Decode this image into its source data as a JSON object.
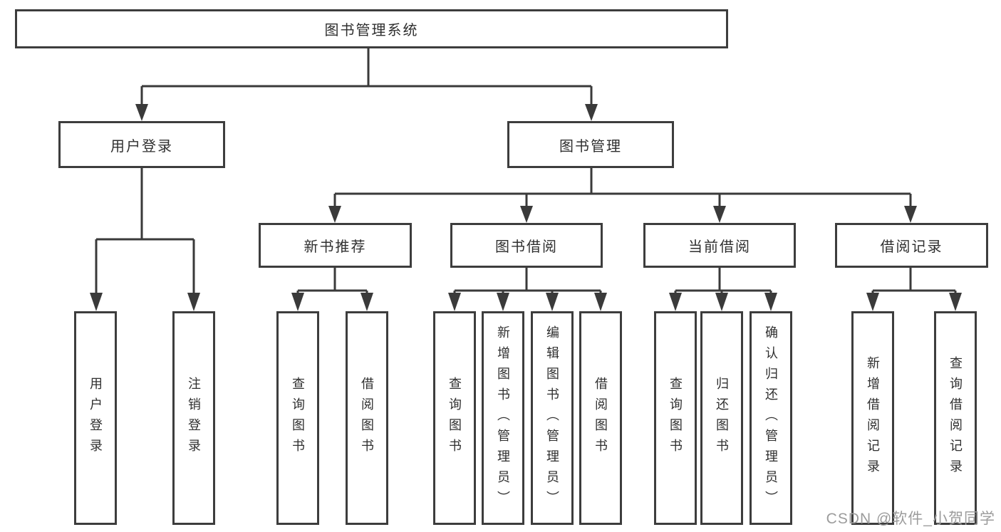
{
  "diagram": {
    "root": {
      "label": "图书管理系统"
    },
    "level2": [
      {
        "id": "user-login",
        "label": "用户登录"
      },
      {
        "id": "book-management",
        "label": "图书管理"
      }
    ],
    "level3": [
      {
        "id": "new-book-recommend",
        "parent": "图书管理",
        "label": "新书推荐"
      },
      {
        "id": "book-borrowing",
        "parent": "图书管理",
        "label": "图书借阅"
      },
      {
        "id": "current-borrowing",
        "parent": "图书管理",
        "label": "当前借阅"
      },
      {
        "id": "borrowing-records",
        "parent": "图书管理",
        "label": "借阅记录"
      }
    ],
    "leaves": [
      {
        "id": "leaf-user-login",
        "parent": "用户登录",
        "label": "用户登录"
      },
      {
        "id": "leaf-logout",
        "parent": "用户登录",
        "label": "注销登录"
      },
      {
        "id": "leaf-query-books-recommend",
        "parent": "新书推荐",
        "label": "查询图书"
      },
      {
        "id": "leaf-borrow-books-recommend",
        "parent": "新书推荐",
        "label": "借阅图书"
      },
      {
        "id": "leaf-query-books-borrowing",
        "parent": "图书借阅",
        "label": "查询图书"
      },
      {
        "id": "leaf-add-book-admin",
        "parent": "图书借阅",
        "label": "新增图书（管理员）"
      },
      {
        "id": "leaf-edit-book-admin",
        "parent": "图书借阅",
        "label": "编辑图书（管理员）"
      },
      {
        "id": "leaf-borrow-books-borrowing",
        "parent": "图书借阅",
        "label": "借阅图书"
      },
      {
        "id": "leaf-query-books-current",
        "parent": "当前借阅",
        "label": "查询图书"
      },
      {
        "id": "leaf-return-books",
        "parent": "当前借阅",
        "label": "归还图书"
      },
      {
        "id": "leaf-confirm-return-admin",
        "parent": "当前借阅",
        "label": "确认归还（管理员）"
      },
      {
        "id": "leaf-add-borrow-record",
        "parent": "借阅记录",
        "label": "新增借阅记录"
      },
      {
        "id": "leaf-query-borrow-record",
        "parent": "借阅记录",
        "label": "查询借阅记录"
      }
    ]
  },
  "watermark": {
    "text": "CSDN @软件_小贺同学"
  },
  "colors": {
    "line": "#3a3a3a",
    "box_border": "#3d3d3d",
    "text": "#2f2f2f",
    "background": "#ffffff",
    "watermark": "#9c9c9c"
  }
}
